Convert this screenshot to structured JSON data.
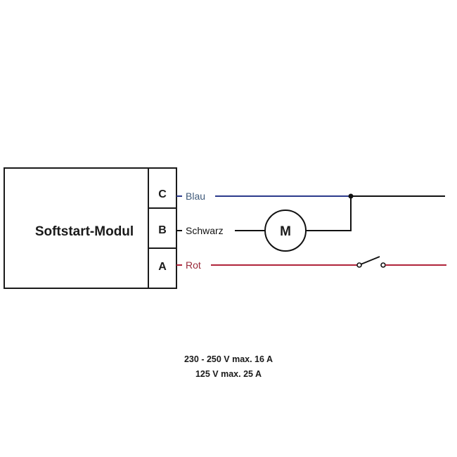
{
  "module": {
    "title": "Softstart-Modul"
  },
  "terminals": [
    {
      "id": "C",
      "label": "C",
      "wire": "Blau"
    },
    {
      "id": "B",
      "label": "B",
      "wire": "Schwarz"
    },
    {
      "id": "A",
      "label": "A",
      "wire": "Rot"
    }
  ],
  "motor": {
    "label": "M"
  },
  "colors": {
    "blau": "#2b3a8c",
    "schwarz": "#111111",
    "rot": "#b0243a",
    "blau_label": "#3f5a7a",
    "rot_label": "#9a2a3a"
  },
  "specs": {
    "line1": "230 - 250 V max. 16 A",
    "line2": "125 V max. 25 A"
  }
}
